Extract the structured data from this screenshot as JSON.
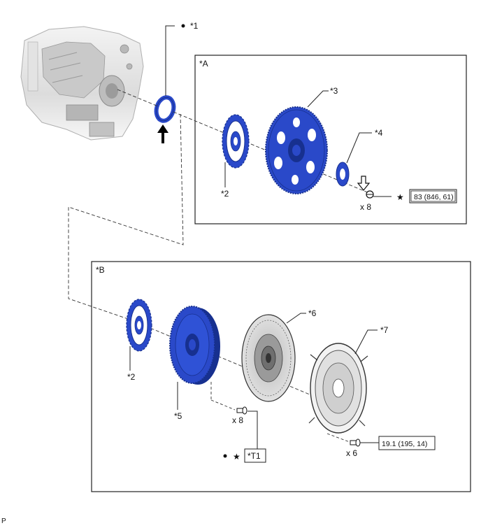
{
  "callouts": {
    "c1": "*1",
    "c2a": "*2",
    "c3": "*3",
    "c4": "*4",
    "c2b": "*2",
    "c5": "*5",
    "c6": "*6",
    "c7": "*7"
  },
  "panels": {
    "a": "*A",
    "b": "*B"
  },
  "quantities": {
    "flywheel_bolts_a": "x 8",
    "flywheel_bolts_b": "x 8",
    "cover_bolts": "x 6"
  },
  "torque": {
    "flywheel_a": "83 (846, 61)",
    "cover": "19.1 (195, 14)",
    "flywheel_b_ref": "*T1"
  },
  "symbols": {
    "non_reusable": "●",
    "precoated": "★"
  },
  "figure_code": "P",
  "colors": {
    "part_blue": "#2a49c9",
    "part_blue_dark": "#17308f",
    "line": "#222222",
    "engine_gray": "#cfcfcf"
  }
}
